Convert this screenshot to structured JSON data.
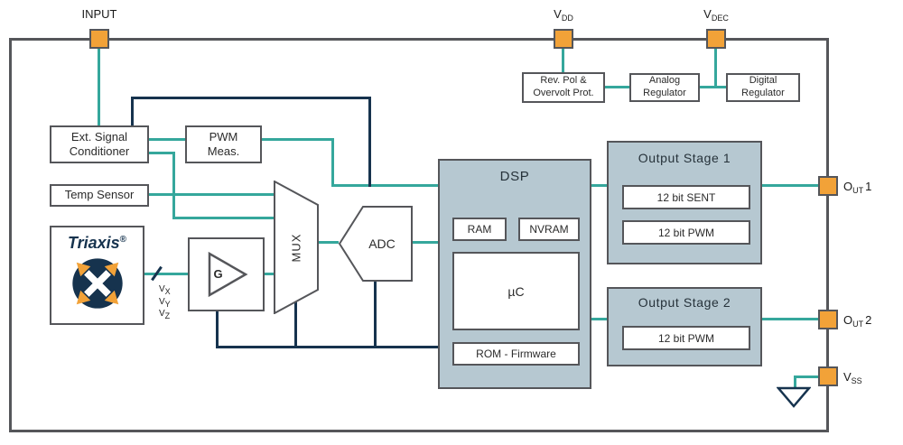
{
  "pins": {
    "input": {
      "label": "INPUT"
    },
    "vdd": {
      "base": "V",
      "sub": "DD"
    },
    "vdec": {
      "base": "V",
      "sub": "DEC"
    },
    "out1": {
      "base": "O",
      "sub": "UT",
      "num": "1"
    },
    "out2": {
      "base": "O",
      "sub": "UT",
      "num": "2"
    },
    "vss": {
      "base": "V",
      "sub": "SS"
    }
  },
  "power_blocks": {
    "rev_pol": {
      "line1": "Rev. Pol &",
      "line2": "Overvolt Prot."
    },
    "analog_regulator": {
      "line1": "Analog",
      "line2": "Regulator"
    },
    "digital_regulator": {
      "line1": "Digital",
      "line2": "Regulator"
    }
  },
  "blocks": {
    "ext_signal_conditioner": {
      "line1": "Ext. Signal",
      "line2": "Conditioner"
    },
    "pwm_meas": {
      "line1": "PWM",
      "line2": "Meas."
    },
    "temp_sensor": {
      "label": "Temp Sensor"
    },
    "triaxis": {
      "brand": "Triaxis",
      "registered": "®"
    },
    "gain": {
      "label": "G"
    },
    "mux": {
      "label": "MUX"
    },
    "adc": {
      "label": "ADC"
    },
    "dsp": {
      "title": "DSP",
      "ram": "RAM",
      "nvram": "NVRAM",
      "microcontroller": "µC",
      "rom": "ROM - Firmware"
    },
    "output_stage_1": {
      "title": "Output Stage 1",
      "items": [
        "12 bit SENT",
        "12 bit PWM"
      ]
    },
    "output_stage_2": {
      "title": "Output Stage 2",
      "items": [
        "12 bit PWM"
      ]
    }
  },
  "signals": [
    {
      "base": "V",
      "sub": "X"
    },
    {
      "base": "V",
      "sub": "Y"
    },
    {
      "base": "V",
      "sub": "Z"
    }
  ],
  "colors": {
    "wire_teal": "#35a79c",
    "wire_navy": "#16334e",
    "pin_orange": "#f2a238",
    "block_fill": "#b6c8d1",
    "border_gray": "#55565a"
  }
}
